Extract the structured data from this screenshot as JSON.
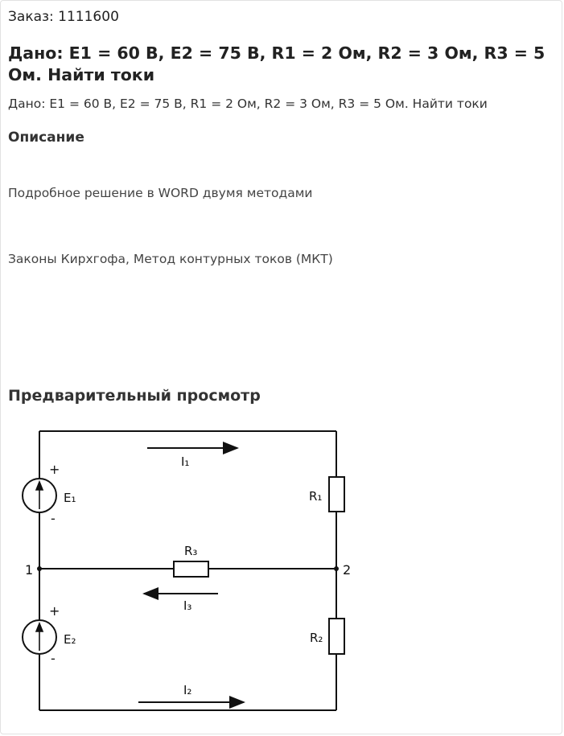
{
  "order": {
    "label": "Заказ: 1111600"
  },
  "title": "Дано: E1 = 60 В, E2 = 75 В, R1 = 2 Ом, R2 = 3 Ом, R3 = 5 Ом. Найти токи",
  "given": "Дано: E1 = 60 В, E2 = 75 В, R1 = 2 Ом, R2 = 3 Ом, R3 = 5 Ом. Найти токи",
  "description": {
    "heading": "Описание",
    "line1": "Подробное решение в WORD двумя методами",
    "line2": "Законы Кирхгофа, Метод контурных токов (МКТ)"
  },
  "preview": {
    "heading": "Предварительный просмотр",
    "circuit": {
      "e1_label": "E₁",
      "e2_label": "E₂",
      "r1_label": "R₁",
      "r2_label": "R₂",
      "r3_label": "R₃",
      "i1_label": "I₁",
      "i2_label": "I₂",
      "i3_label": "I₃",
      "node1": "1",
      "node2": "2",
      "plus": "+",
      "minus": "-"
    }
  }
}
